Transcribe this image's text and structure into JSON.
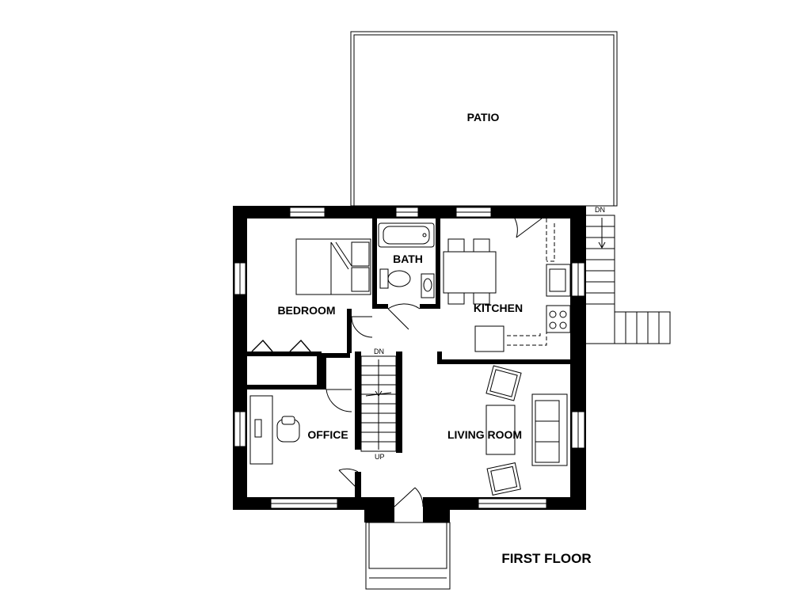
{
  "plan": {
    "title": "FIRST FLOOR",
    "rooms": {
      "patio": "PATIO",
      "bedroom": "BEDROOM",
      "bath": "BATH",
      "kitchen": "KITCHEN",
      "office": "OFFICE",
      "living_room": "LIVING ROOM"
    },
    "stairs": {
      "patio_stair": "DN",
      "interior_down": "DN",
      "interior_up": "UP"
    }
  }
}
